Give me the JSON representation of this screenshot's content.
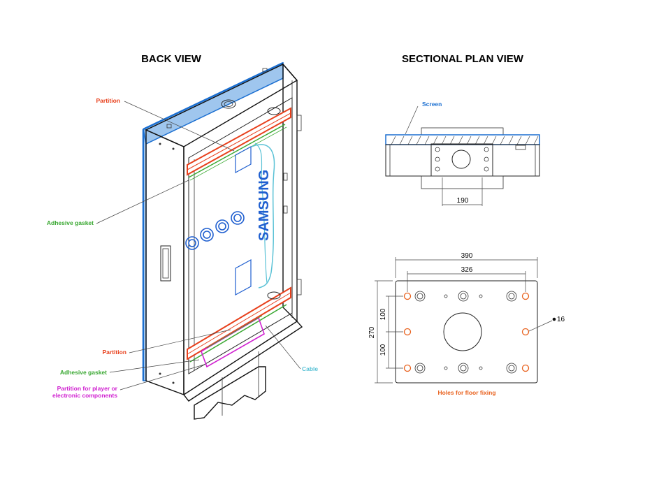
{
  "titles": {
    "back_view": "BACK VIEW",
    "sectional_plan_view": "SECTIONAL PLAN VIEW"
  },
  "back_view_labels": {
    "partition_top": "Partition",
    "adhesive_gasket_top": "Adhesive gasket",
    "partition_bottom": "Partition",
    "adhesive_gasket_bottom": "Adhesive gasket",
    "partition_player_line1": "Partition for player or",
    "partition_player_line2": "electronic components",
    "cable": "Cable",
    "brand": "SAMSUNG"
  },
  "plan_labels": {
    "screen": "Screen",
    "dim_190": "190",
    "dim_390": "390",
    "dim_326": "326",
    "dim_270": "270",
    "dim_100_top": "100",
    "dim_100_bottom": "100",
    "hole_diameter": "16",
    "holes_caption": "Holes for floor fixing"
  },
  "colors": {
    "partition": "#e8401c",
    "gasket": "#3aa832",
    "cable": "#5bc2d6",
    "player_partition": "#d020d0",
    "screen_blue": "#1b6fd1",
    "brand_blue": "#1f5fd0",
    "hole_orange": "#e8601c"
  }
}
